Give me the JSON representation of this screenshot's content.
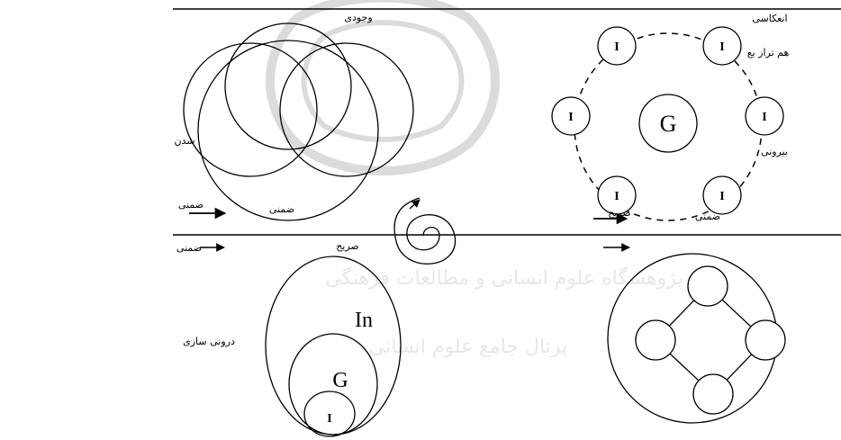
{
  "labels": {
    "wojudi": "وجودی",
    "shodan": "شدن",
    "zemni_top": "ضمنی",
    "zemni_top_small": "ضمنی",
    "zemni_left": "ضمنی",
    "sarih": "صریح",
    "daruni_sazi": "درونی سازی",
    "in_letter": "In",
    "g_letter": "G",
    "i_letter": "I",
    "enekasi": "انعکاسی",
    "ham_taraz": "هم تراز بع",
    "biruni": "بیرونی",
    "sarih_right": "صریح",
    "zemni_right": "ضمنی",
    "g_center": "G",
    "i_node": "I"
  },
  "watermark": {
    "line1": "پژوهشگاه علوم انسانی و مطالعات فرهنگی",
    "line2": "پرتال جامع علوم انسانی"
  }
}
